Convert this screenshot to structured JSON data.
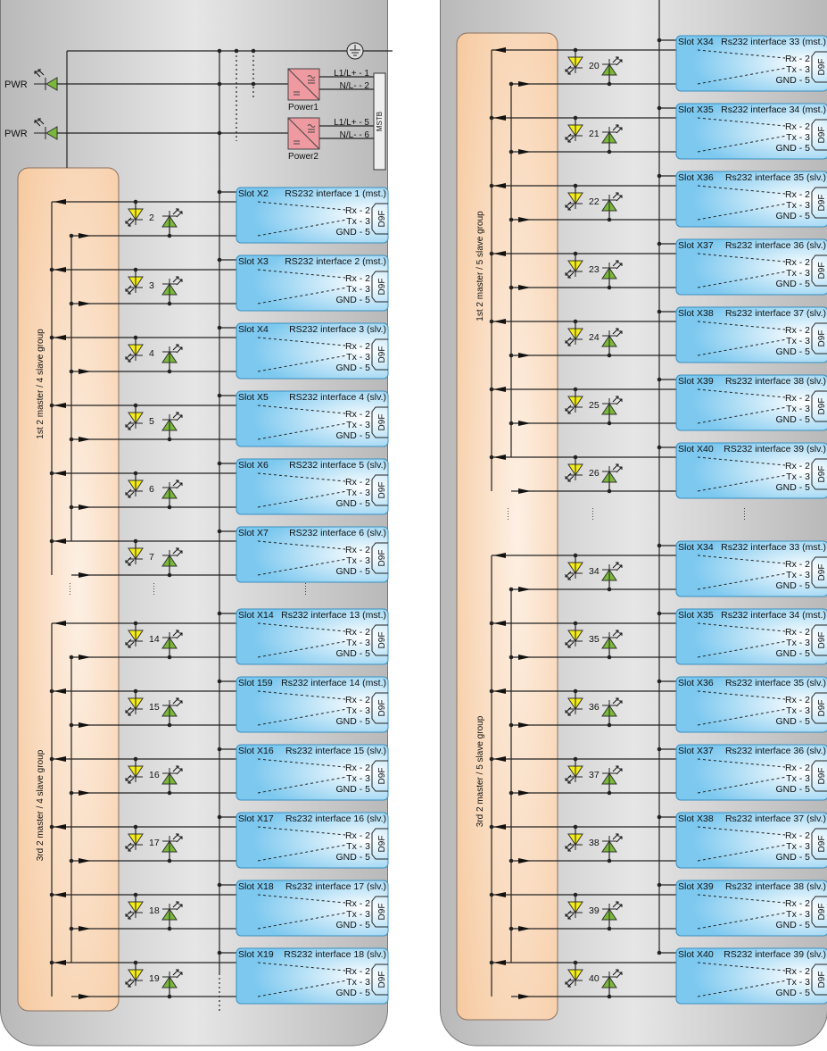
{
  "colors": {
    "panel": "#c4c4c4",
    "orange": "#f5c394",
    "module": "#7cc8ef",
    "led_yellow": "#f6ee16",
    "led_green": "#7ab83a",
    "power": "#ef9aa0"
  },
  "power": {
    "pwr_label": "PWR",
    "supplies": [
      {
        "name": "Power1",
        "l_terminal": "L1/L+ - 1",
        "n_terminal": "N/L- - 2"
      },
      {
        "name": "Power2",
        "l_terminal": "L1/L+ - 5",
        "n_terminal": "N/L- - 6"
      }
    ],
    "terminal_block": "MSTB"
  },
  "pins": {
    "rx": "Rx - 2",
    "tx": "Tx - 3",
    "gnd": "GND - 5",
    "connector": "D9F"
  },
  "ellipsis": "·····",
  "left": {
    "groups": [
      "1st 2 master / 4 slave group",
      "3rd 2 master / 4 slave group"
    ],
    "modules": [
      {
        "slot": "Slot X2",
        "iface": "RS232 interface 1 (mst.)",
        "led": "2"
      },
      {
        "slot": "Slot X3",
        "iface": "RS232 interface 2 (mst.)",
        "led": "3"
      },
      {
        "slot": "Slot X4",
        "iface": "RS232 interface 3 (slv.)",
        "led": "4"
      },
      {
        "slot": "Slot X5",
        "iface": "RS232 interface 4 (slv.)",
        "led": "5"
      },
      {
        "slot": "Slot X6",
        "iface": "RS232 interface 5 (slv.)",
        "led": "6"
      },
      {
        "slot": "Slot X7",
        "iface": "RS232 interface 6 (slv.)",
        "led": "7"
      },
      {
        "slot": "Slot X14",
        "iface": "Rs232 interface 13 (mst.)",
        "led": "14"
      },
      {
        "slot": "Slot 159",
        "iface": "Rs232 interface 14 (mst.)",
        "led": "15"
      },
      {
        "slot": "Slot X16",
        "iface": "Rs232 interface 15 (slv.)",
        "led": "16"
      },
      {
        "slot": "Slot X17",
        "iface": "Rs232 interface 16 (slv.)",
        "led": "17"
      },
      {
        "slot": "Slot X18",
        "iface": "Rs232 interface 17 (slv.)",
        "led": "18"
      },
      {
        "slot": "Slot X19",
        "iface": "RS232 interface 18 (slv.)",
        "led": "19"
      }
    ]
  },
  "right": {
    "groups": [
      "1st 2 master / 5 slave group",
      "3rd 2 master / 5 slave group"
    ],
    "modules": [
      {
        "slot": "Slot X34",
        "iface": "Rs232 interface 33 (mst.)",
        "led": "20"
      },
      {
        "slot": "Slot X35",
        "iface": "Rs232 interface 34 (mst.)",
        "led": "21"
      },
      {
        "slot": "Slot X36",
        "iface": "Rs232 interface 35 (slv.)",
        "led": "22"
      },
      {
        "slot": "Slot X37",
        "iface": "Rs232 interface 36 (slv.)",
        "led": "23"
      },
      {
        "slot": "Slot X38",
        "iface": "Rs232 interface 37 (slv.)",
        "led": "24"
      },
      {
        "slot": "Slot X39",
        "iface": "Rs232 interface 38 (slv.)",
        "led": "25"
      },
      {
        "slot": "Slot X40",
        "iface": "RS232 interface 39 (slv.)",
        "led": "26"
      },
      {
        "slot": "Slot X34",
        "iface": "Rs232 interface 33 (mst.)",
        "led": "34"
      },
      {
        "slot": "Slot X35",
        "iface": "Rs232 interface 34 (mst.)",
        "led": "35"
      },
      {
        "slot": "Slot X36",
        "iface": "Rs232 interface 35 (slv.)",
        "led": "36"
      },
      {
        "slot": "Slot X37",
        "iface": "Rs232 interface 36 (slv.)",
        "led": "37"
      },
      {
        "slot": "Slot X38",
        "iface": "Rs232 interface 37 (slv.)",
        "led": "38"
      },
      {
        "slot": "Slot X39",
        "iface": "Rs232 interface 38 (slv.)",
        "led": "39"
      },
      {
        "slot": "Slot X40",
        "iface": "RS232 interface 39 (slv.)",
        "led": "40"
      }
    ]
  }
}
